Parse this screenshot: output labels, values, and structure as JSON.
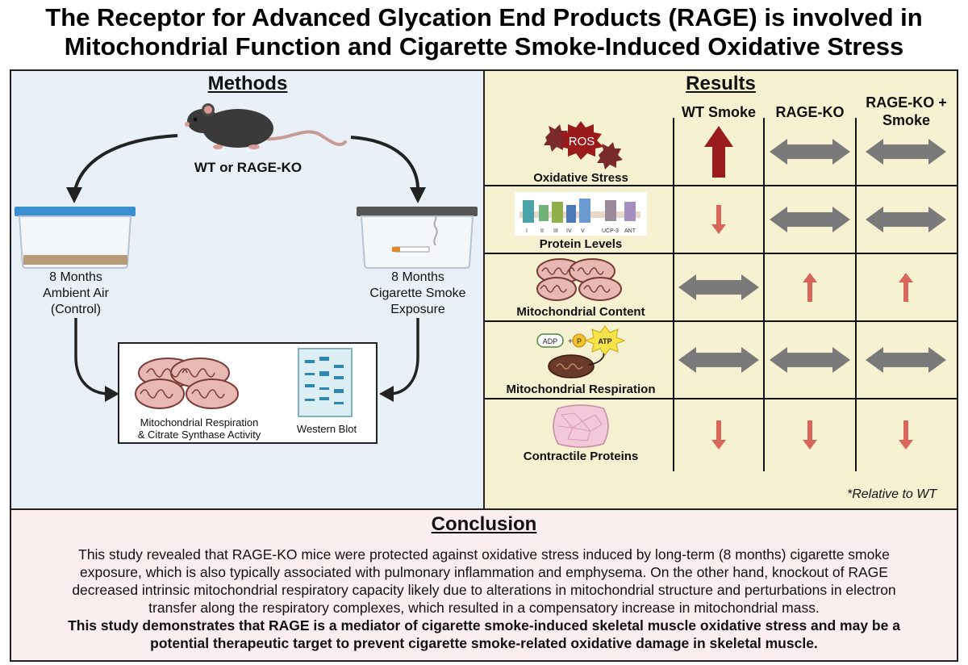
{
  "title": {
    "line1": "The Receptor for Advanced Glycation End Products (RAGE) is involved in",
    "line2": "Mitochondrial Function and Cigarette Smoke-Induced Oxidative Stress"
  },
  "methods": {
    "heading": "Methods",
    "mouse_label": "WT or RAGE-KO",
    "left_cage": {
      "line1": "8 Months",
      "line2": "Ambient Air",
      "line3": "(Control)"
    },
    "right_cage": {
      "line1": "8 Months",
      "line2": "Cigarette Smoke",
      "line3": "Exposure"
    },
    "assay_left": {
      "line1": "Mitochondrial Respiration",
      "line2": "& Citrate Synthase Activity"
    },
    "assay_right": "Western Blot"
  },
  "results": {
    "heading": "Results",
    "columns": [
      "WT Smoke",
      "RAGE-KO",
      "RAGE-KO +",
      "Smoke"
    ],
    "ros_label": "ROS",
    "protein_complex_labels": [
      "I",
      "II",
      "III",
      "IV",
      "V",
      "UCP-3",
      "ANT"
    ],
    "adp_label": "ADP",
    "p_label": "P",
    "atp_label": "ATP",
    "rows": [
      {
        "label": "Oxidative Stress",
        "effects": [
          "up-large",
          "none",
          "none"
        ]
      },
      {
        "label": "Protein Levels",
        "effects": [
          "down",
          "none",
          "none"
        ]
      },
      {
        "label": "Mitochondrial Content",
        "effects": [
          "none",
          "up",
          "up"
        ]
      },
      {
        "label": "Mitochondrial Respiration",
        "effects": [
          "none",
          "none",
          "none"
        ]
      },
      {
        "label": "Contractile Proteins",
        "effects": [
          "down",
          "down",
          "down"
        ]
      }
    ],
    "footnote": "*Relative to WT"
  },
  "conclusion": {
    "heading": "Conclusion",
    "lines": [
      "This study revealed that RAGE-KO mice were protected against oxidative stress induced by long-term (8 months) cigarette smoke",
      "exposure, which is also typically associated with pulmonary inflammation and emphysema. On the other hand, knockout of RAGE",
      "decreased intrinsic mitochondrial respiratory capacity likely due to alterations in mitochondrial structure and perturbations in electron",
      "transfer along the respiratory complexes, which resulted in a compensatory increase in mitochondrial mass."
    ],
    "bold_lines": [
      "This study demonstrates that RAGE is a mediator of cigarette smoke-induced skeletal muscle oxidative stress and may be a",
      "potential therapeutic target to prevent cigarette smoke-related oxidative damage in skeletal muscle."
    ]
  },
  "colors": {
    "methods_bg": "#e9f0f8",
    "results_bg": "#f6f1d0",
    "conclusion_bg": "#fbeeee",
    "arrow_up_large": "#9b1c1c",
    "arrow_small": "#d9665a",
    "arrow_none": "#7a7a7a"
  }
}
